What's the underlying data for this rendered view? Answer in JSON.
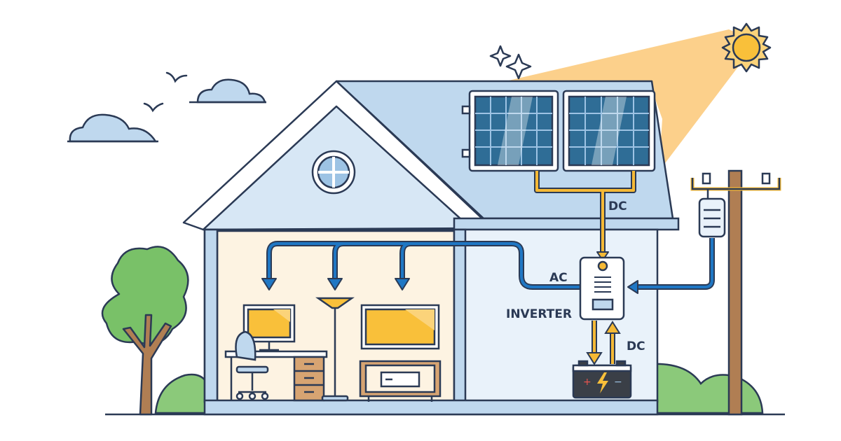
{
  "labels": {
    "dc_top": "DC",
    "ac": "AC",
    "inverter": "INVERTER",
    "dc_bottom": "DC"
  },
  "colors": {
    "outline": "#2b3a55",
    "wire_blue": "#1f77c4",
    "wire_orange": "#f5b935",
    "roof": "#bfd8ee",
    "wall": "#e9f2fa",
    "sunbeam": "#fbc877",
    "grass": "#8bc97a",
    "tree": "#79c168",
    "pole": "#b07e53"
  },
  "icons": [
    "sun-icon",
    "sparkle-icon",
    "cloud-icon",
    "bird-icon",
    "battery-icon",
    "lightning-icon",
    "electric-meter-icon"
  ]
}
